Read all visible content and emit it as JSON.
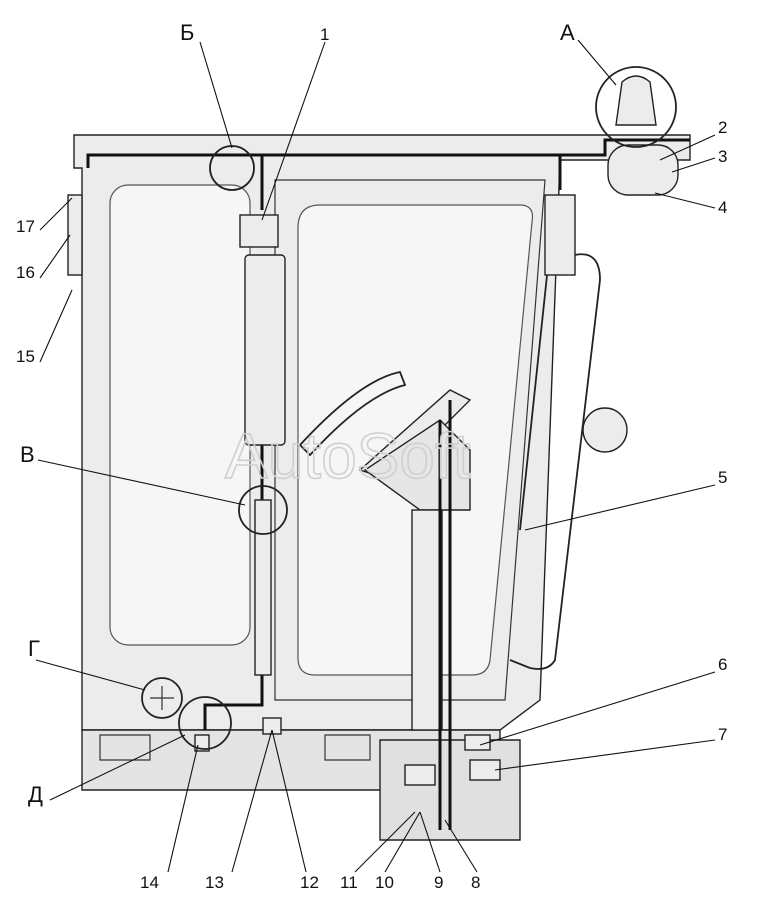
{
  "watermark": "AutoSoft",
  "letters": {
    "A": "А",
    "B": "Б",
    "V": "В",
    "G": "Г",
    "D": "Д"
  },
  "numbers": {
    "n1": "1",
    "n2": "2",
    "n3": "3",
    "n4": "4",
    "n5": "5",
    "n6": "6",
    "n7": "7",
    "n8": "8",
    "n9": "9",
    "n10": "10",
    "n11": "11",
    "n12": "12",
    "n13": "13",
    "n14": "14",
    "n15": "15",
    "n16": "16",
    "n17": "17"
  },
  "colors": {
    "line": "#111111",
    "body_fill": "#ececec",
    "window_fill": "#f6f6f6",
    "watermark": "#cfcfcf"
  }
}
